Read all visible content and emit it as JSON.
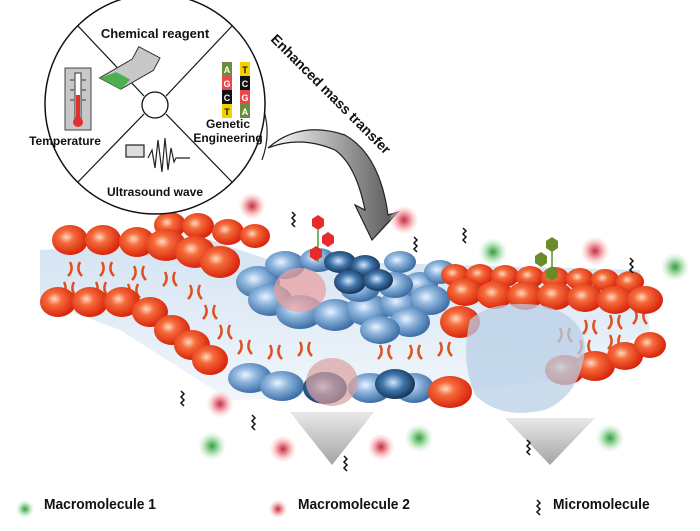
{
  "diagram": {
    "wheel": {
      "segments": [
        {
          "id": "chemical",
          "label": "Chemical reagent",
          "icon": "flask-icon"
        },
        {
          "id": "genetic",
          "label_line1": "Genetic",
          "label_line2": "Engineering",
          "icon": "dna-icon"
        },
        {
          "id": "ultrasound",
          "label": "Ultrasound wave",
          "icon": "ultrasound-wave-icon"
        },
        {
          "id": "temperature",
          "label": "Temperature",
          "icon": "thermometer-icon"
        }
      ],
      "dna": {
        "strand1": [
          "A",
          "G",
          "C",
          "T"
        ],
        "strand2": [
          "T",
          "C",
          "G",
          "A"
        ]
      }
    },
    "arrow_label": "Enhanced mass transfer",
    "colors": {
      "lipid_red": "#e8371a",
      "lipid_blue": "#5b8fc6",
      "macromolecule1": "#5cb85c",
      "macromolecule2": "#e05060",
      "flask_liquid": "#4caf50",
      "dna_green": "#6b8e3a",
      "dna_red": "#e84850",
      "dna_black": "#111111",
      "dna_yellow": "#f5d000"
    },
    "legend": [
      {
        "label": "Macromolecule 1",
        "icon": "macromolecule-1-icon"
      },
      {
        "label": "Macromolecule 2",
        "icon": "macromolecule-2-icon"
      },
      {
        "label": "Micromolecule",
        "icon": "micromolecule-icon"
      }
    ]
  }
}
